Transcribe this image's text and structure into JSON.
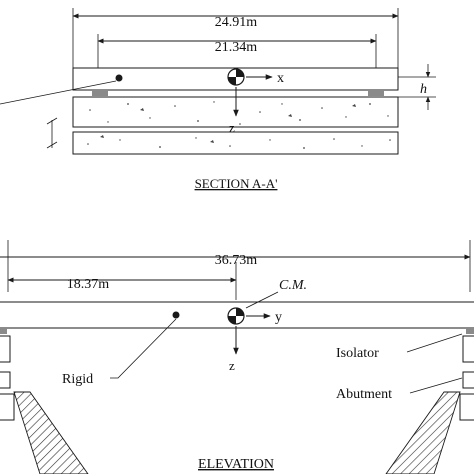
{
  "section": {
    "title": "SECTION A-A'",
    "dim_overall": "24.91m",
    "dim_bearing": "21.34m",
    "axis_x": "x",
    "axis_z": "z",
    "height_label": "h"
  },
  "elevation": {
    "title": "ELEVATION",
    "dim_span": "36.73m",
    "dim_half": "18.37m",
    "cm_label": "C.M.",
    "axis_y": "y",
    "axis_z": "z",
    "rigid_label": "Rigid",
    "isolator_label": "Isolator",
    "abutment_label": "Abutment"
  },
  "colors": {
    "line": "#1a1a1a",
    "bearing": "#8a8a8a",
    "speckle": "#444444"
  }
}
